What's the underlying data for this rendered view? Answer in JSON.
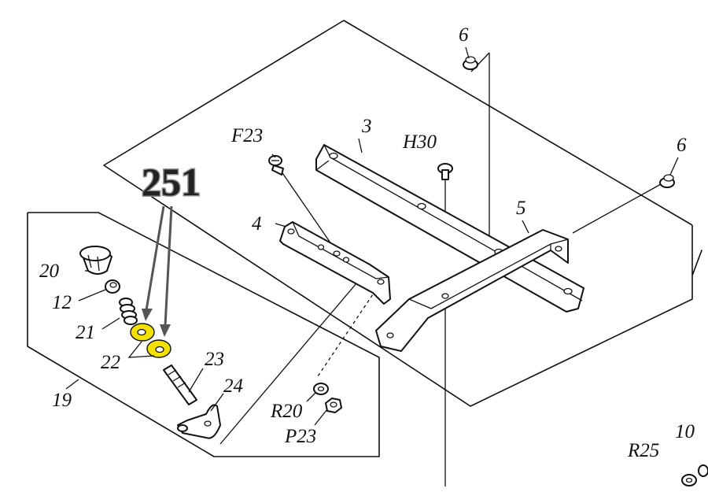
{
  "diagram": {
    "callout": "251",
    "part_labels": {
      "p6_top": "6",
      "p6_right": "6",
      "p3": "3",
      "pF23": "F23",
      "pH30": "H30",
      "p5": "5",
      "p4": "4",
      "p20": "20",
      "p12": "12",
      "p21": "21",
      "p22": "22",
      "p23": "23",
      "p24": "24",
      "p19": "19",
      "pR20": "R20",
      "pP23": "P23",
      "p10": "10",
      "pR25": "R25"
    },
    "colors": {
      "highlight": "#f2e100",
      "line": "#111111",
      "callout": "#222222"
    }
  }
}
